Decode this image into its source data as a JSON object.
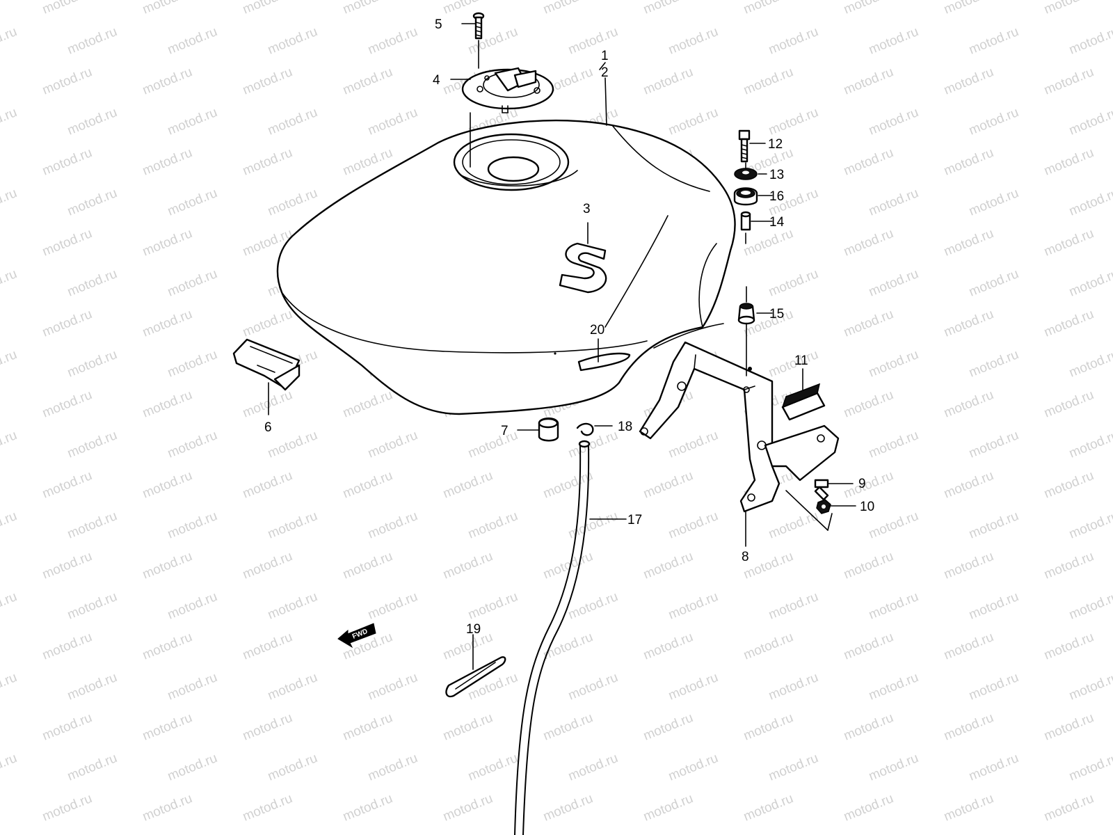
{
  "watermark": "motod.ru",
  "fwd_label": "FWD",
  "colors": {
    "line": "#000000",
    "watermark": "#d0d0d0",
    "background": "#ffffff"
  },
  "callouts": {
    "c1": "1",
    "c2": "2",
    "c3": "3",
    "c4": "4",
    "c5": "5",
    "c6": "6",
    "c7": "7",
    "c8": "8",
    "c9": "9",
    "c10": "10",
    "c11": "11",
    "c12": "12",
    "c13": "13",
    "c14": "14",
    "c15": "15",
    "c16": "16",
    "c17": "17",
    "c18": "18",
    "c19": "19",
    "c20": "20"
  }
}
